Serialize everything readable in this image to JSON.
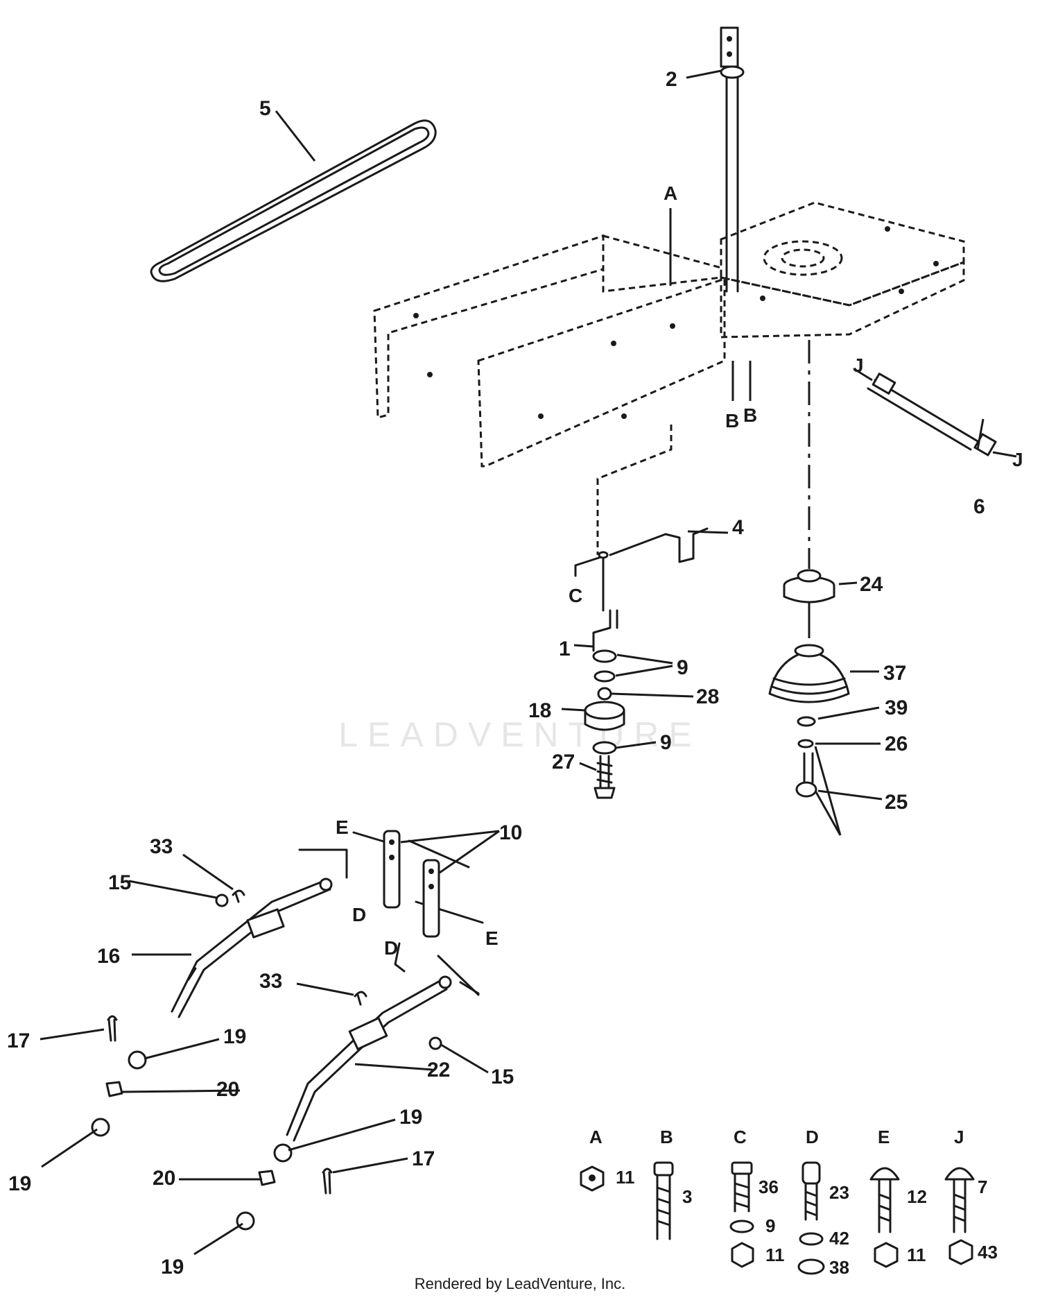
{
  "callouts": {
    "c1": "1",
    "c2": "2",
    "c4": "4",
    "c5": "5",
    "c6": "6",
    "c9a": "9",
    "c9b": "9",
    "c10": "10",
    "c15a": "15",
    "c15b": "15",
    "c16": "16",
    "c17a": "17",
    "c17b": "17",
    "c18": "18",
    "c19a": "19",
    "c19b": "19",
    "c19c": "19",
    "c19d": "19",
    "c20a": "20",
    "c20b": "20",
    "c22": "22",
    "c24": "24",
    "c25": "25",
    "c26": "26",
    "c27": "27",
    "c28": "28",
    "c33a": "33",
    "c33b": "33",
    "c37": "37",
    "c39": "39"
  },
  "refs": {
    "A": "A",
    "B1": "B",
    "B2": "B",
    "C": "C",
    "D1": "D",
    "D2": "D",
    "E1": "E",
    "E2": "E",
    "J1": "J",
    "J2": "J"
  },
  "legend": {
    "A": {
      "letter": "A",
      "parts": [
        "11"
      ]
    },
    "B": {
      "letter": "B",
      "parts": [
        "3"
      ]
    },
    "C": {
      "letter": "C",
      "parts": [
        "36",
        "9",
        "11"
      ]
    },
    "D": {
      "letter": "D",
      "parts": [
        "23",
        "42",
        "38"
      ]
    },
    "E": {
      "letter": "E",
      "parts": [
        "12",
        "11"
      ]
    },
    "J": {
      "letter": "J",
      "parts": [
        "7",
        "43"
      ]
    }
  },
  "watermark": "LEADVENTURE",
  "footer": "Rendered by LeadVenture, Inc."
}
